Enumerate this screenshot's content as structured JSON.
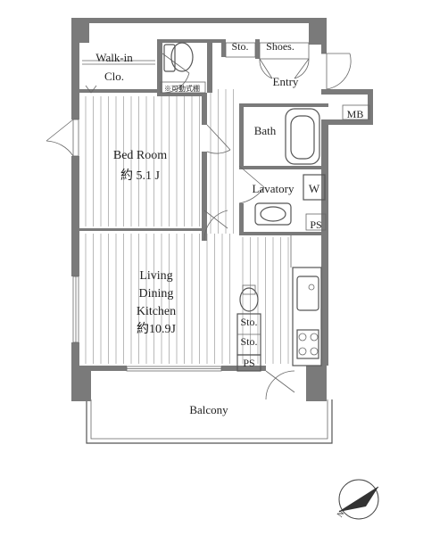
{
  "plan": {
    "rooms": {
      "walkin_line1": "Walk-in",
      "walkin_line2": "Clo.",
      "movable_shelf": "※可動式棚",
      "storage_top": "Sto.",
      "shoes": "Shoes.",
      "entry": "Entry",
      "mb": "MB",
      "bath": "Bath",
      "lavatory": "Lavatory",
      "washer": "W",
      "ps_upper": "PS",
      "bedroom_name": "Bed Room",
      "bedroom_size": "約 5.1 J",
      "living_line1": "Living",
      "living_line2": "Dining",
      "living_line3": "Kitchen",
      "living_size": "約10.9J",
      "sto_a": "Sto.",
      "sto_b": "Sto.",
      "ps_lower": "PS",
      "balcony": "Balcony"
    },
    "compass": {
      "label": "N"
    }
  }
}
